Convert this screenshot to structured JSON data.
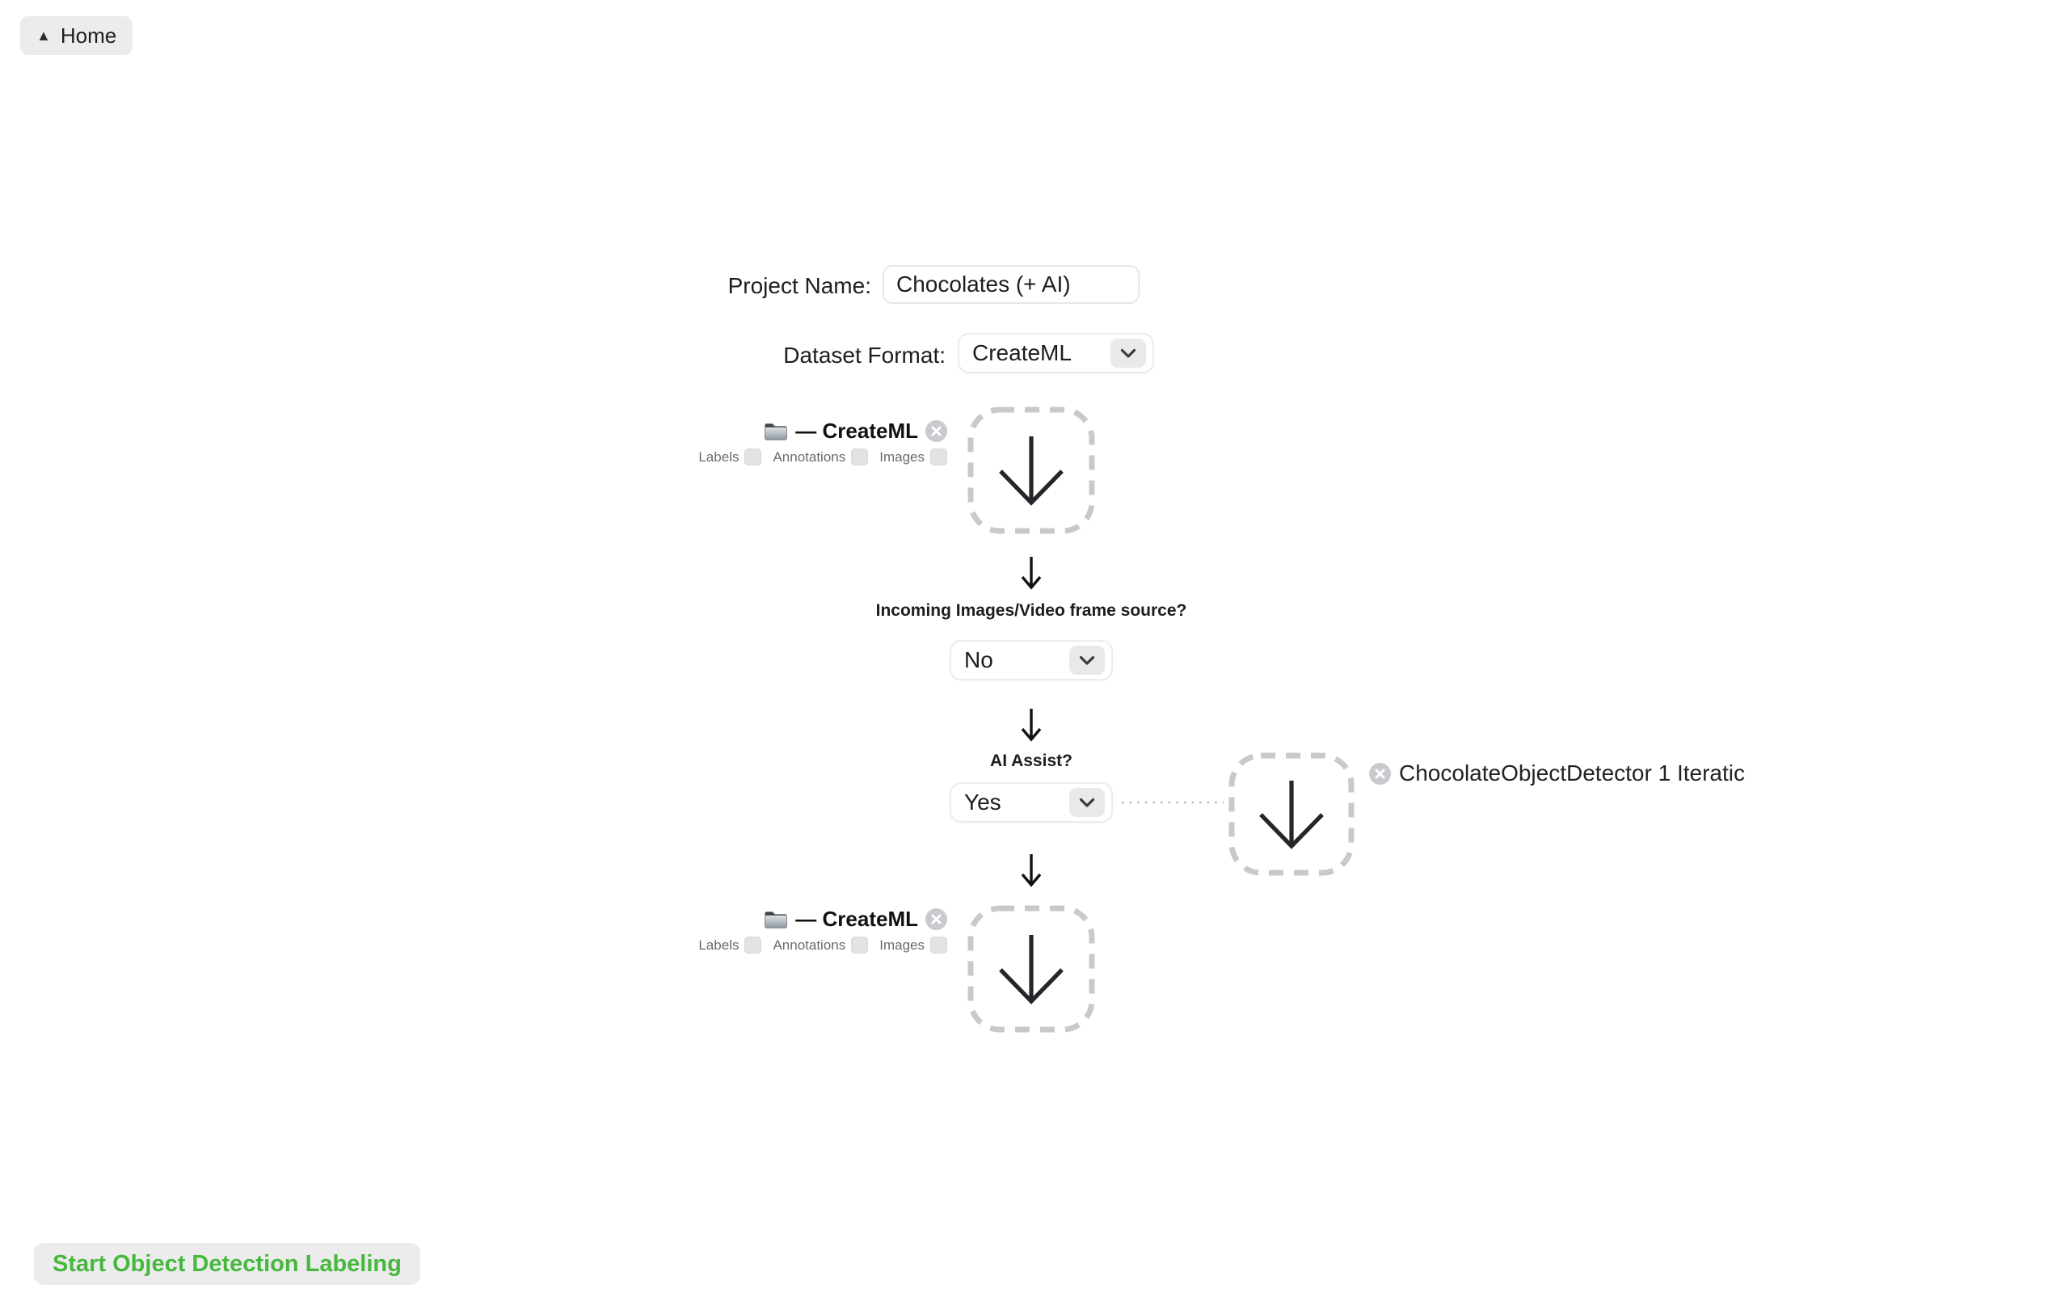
{
  "toolbar": {
    "home_button": {
      "icon": "triangle-up",
      "label": "Home"
    }
  },
  "form": {
    "project_name": {
      "label": "Project Name:",
      "value": "Chocolates (+ AI)"
    },
    "dataset_format": {
      "label": "Dataset Format:",
      "value": "CreateML"
    }
  },
  "pipeline": {
    "top_dataset": {
      "title": "— CreateML",
      "remove_icon": "x-circle",
      "checkboxes": [
        {
          "label": "Labels",
          "checked": false
        },
        {
          "label": "Annotations",
          "checked": false
        },
        {
          "label": "Images",
          "checked": false
        }
      ]
    },
    "incoming_source": {
      "question": "Incoming Images/Video frame source?",
      "selected": "No"
    },
    "ai_assist": {
      "question": "AI Assist?",
      "selected": "Yes"
    },
    "model": {
      "label": "ChocolateObjectDetector 1 Iteratic",
      "remove_icon": "x-circle"
    },
    "bottom_dataset": {
      "title": "— CreateML",
      "remove_icon": "x-circle",
      "checkboxes": [
        {
          "label": "Labels",
          "checked": false
        },
        {
          "label": "Annotations",
          "checked": false
        },
        {
          "label": "Images",
          "checked": false
        }
      ]
    }
  },
  "footer": {
    "start_button": {
      "label": "Start Object Detection Labeling",
      "color": "#46b83e"
    }
  }
}
